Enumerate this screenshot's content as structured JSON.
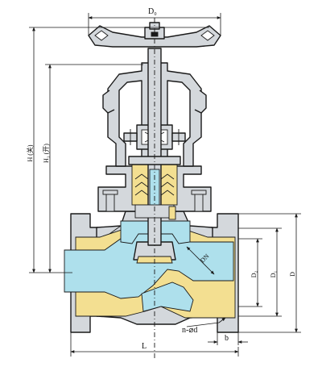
{
  "dimensions": {
    "top_width": "D₀",
    "height_closed": "H (关)",
    "height_open": "H₁ (开)",
    "flange_d2": "D₂",
    "flange_d1": "D₁",
    "flange_d": "D",
    "nominal_diameter": "DN",
    "bolt_holes": "n-⌀d",
    "flange_thickness": "b",
    "length": "L"
  },
  "colors": {
    "body": "#d4d8dc",
    "lining": "#f3df91",
    "fluid": "#aee0ec",
    "line": "#1a1a1a"
  }
}
